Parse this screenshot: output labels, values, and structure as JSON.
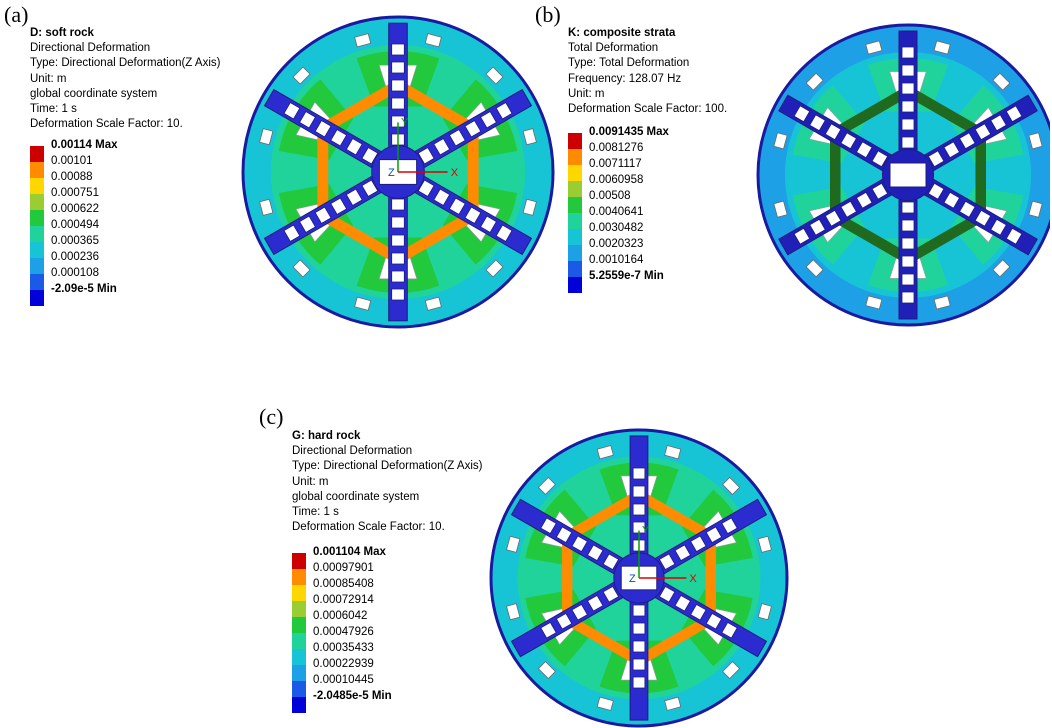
{
  "colors": [
    "#cc0000",
    "#ff8c00",
    "#ffd700",
    "#9acd32",
    "#22c93c",
    "#20d39a",
    "#17c4d6",
    "#1ea0e6",
    "#1b5ae6",
    "#0000d8"
  ],
  "panels": [
    {
      "label": "(a)",
      "title": "D: soft rock",
      "lines": [
        "Directional Deformation",
        "Type: Directional Deformation(Z Axis)",
        "Unit: m",
        "global coordinate system",
        "Time: 1 s",
        "Deformation Scale Factor: 10."
      ],
      "legend": [
        "0.00114 Max",
        "0.00101",
        "0.00088",
        "0.000751",
        "0.000622",
        "0.000494",
        "0.000365",
        "0.000236",
        "0.000108",
        "-2.09e-5 Min"
      ],
      "triad": {
        "x": "X",
        "y": "Y",
        "z": "Z"
      }
    },
    {
      "label": "(b)",
      "title": "K: composite strata",
      "lines": [
        "Total Deformation",
        "Type: Total Deformation",
        "Frequency: 128.07 Hz",
        "Unit: m",
        "Deformation Scale Factor: 100."
      ],
      "legend": [
        "0.0091435 Max",
        "0.0081276",
        "0.0071117",
        "0.0060958",
        "0.00508",
        "0.0040641",
        "0.0030482",
        "0.0020323",
        "0.0010164",
        "5.2559e-7 Min"
      ]
    },
    {
      "label": "(c)",
      "title": "G: hard rock",
      "lines": [
        "Directional Deformation",
        "Type: Directional Deformation(Z Axis)",
        "Unit: m",
        "global coordinate system",
        "Time: 1 s",
        "Deformation Scale Factor: 10."
      ],
      "legend": [
        "0.001104 Max",
        "0.00097901",
        "0.00085408",
        "0.00072914",
        "0.0006042",
        "0.00047926",
        "0.00035433",
        "0.00022939",
        "0.00010445",
        "-2.0485e-5 Min"
      ],
      "triad": {
        "x": "X",
        "y": "Y",
        "z": "Z"
      }
    }
  ]
}
